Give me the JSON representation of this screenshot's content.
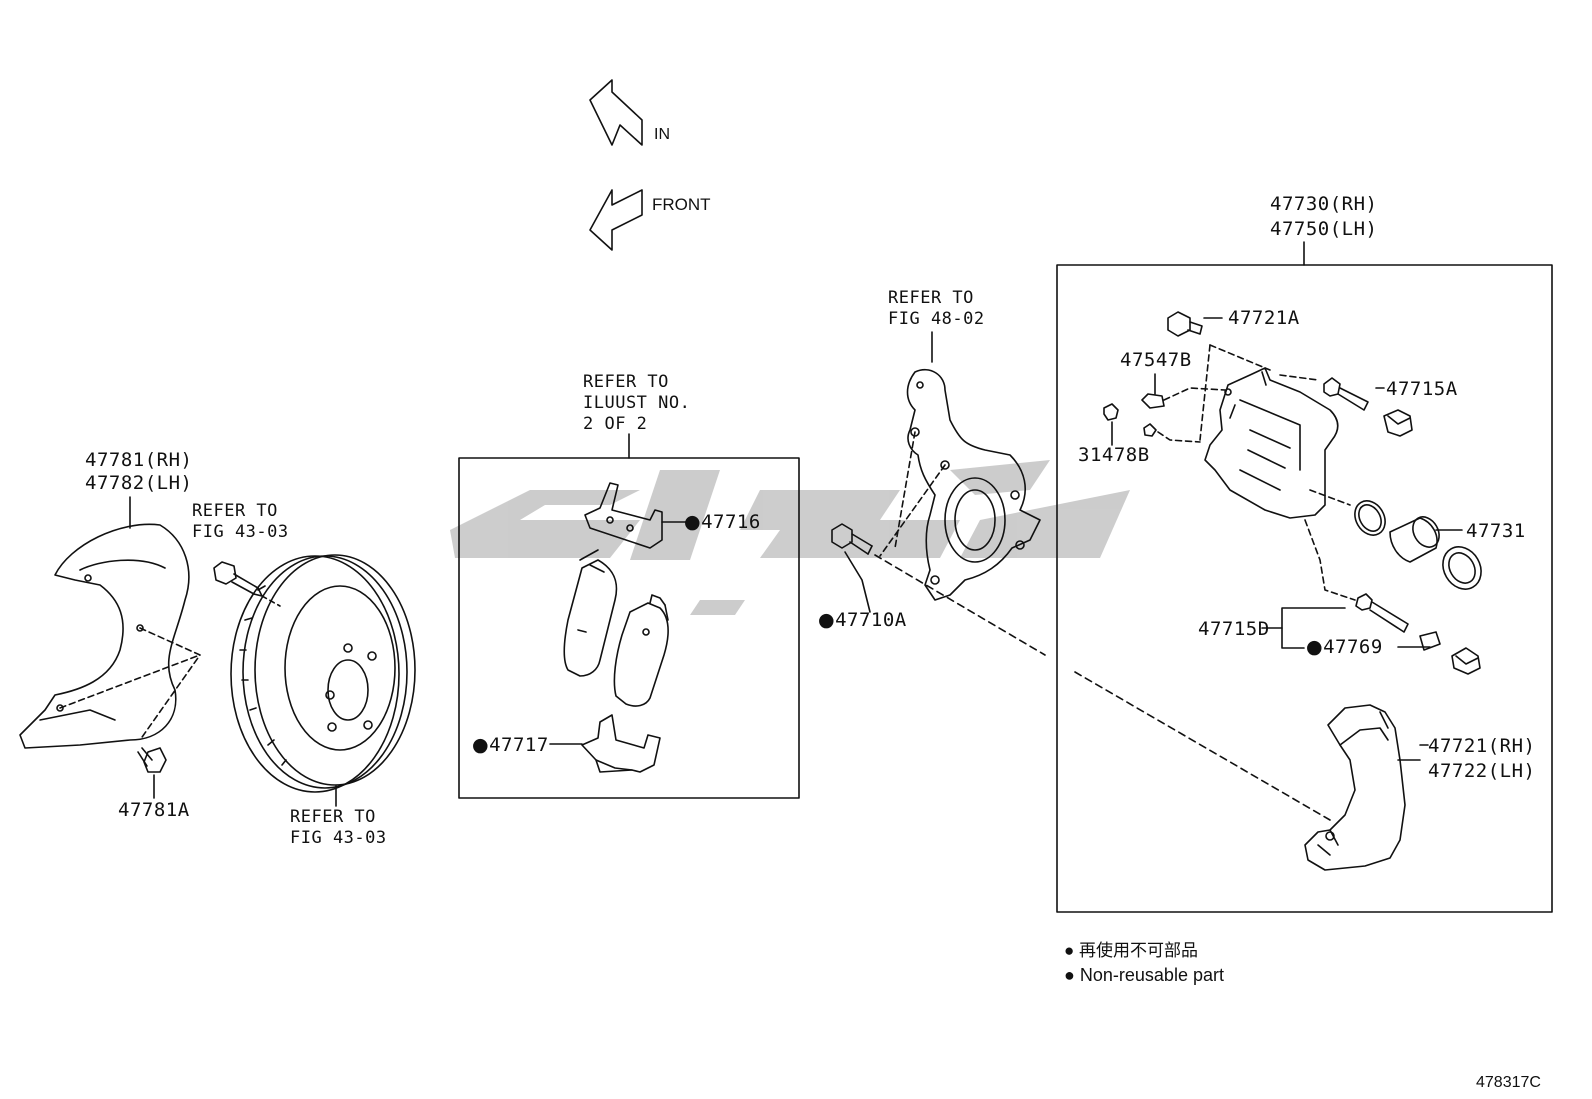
{
  "directions": {
    "in": "IN",
    "front": "FRONT"
  },
  "labels": {
    "p47781": "47781(RH)",
    "p47782": "47782(LH)",
    "refer_fig4303_top_a": "REFER TO",
    "refer_fig4303_top_b": "FIG 43-03",
    "refer_fig4303_bot_a": "REFER TO",
    "refer_fig4303_bot_b": "FIG 43-03",
    "p47781A": "47781A",
    "refer_illust_a": "REFER TO",
    "refer_illust_b": "ILUUST NO.",
    "refer_illust_c": "2 OF 2",
    "p47716": "47716",
    "p47717": "47717",
    "refer_fig4802_a": "REFER TO",
    "refer_fig4802_b": "FIG 48-02",
    "p47710A": "47710A",
    "p47730": "47730(RH)",
    "p47750": "47750(LH)",
    "p47721A": "47721A",
    "p47547B": "47547B",
    "p31478B": "31478B",
    "p47715A": "47715A",
    "p47731": "47731",
    "p47715D": "47715D",
    "p47769": "47769",
    "p47721": "47721(RH)",
    "p47722": "47722(LH)"
  },
  "bullet": "●",
  "legend": {
    "line1": "再使用不可部品",
    "line2": "Non-reusable part"
  },
  "figure_number": "478317C",
  "colors": {
    "ink": "#111111",
    "watermark": "#bfbfbf",
    "background": "#ffffff"
  }
}
